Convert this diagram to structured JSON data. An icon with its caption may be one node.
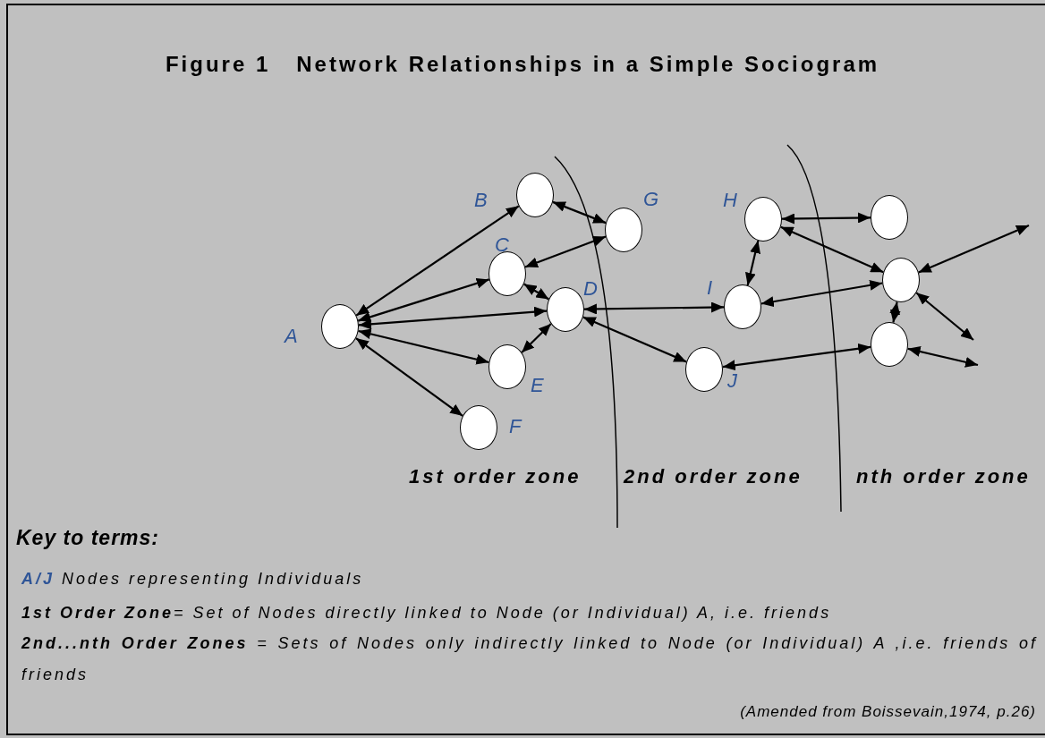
{
  "diagram": {
    "title": "Figure 1   Network Relationships in a Simple Sociogram",
    "caption": "(Amended from Boissevain,1974, p.26)",
    "nodes": [
      {
        "text": [],
        "shape": "circle",
        "beside": [
          "A"
        ]
      },
      {
        "text": [],
        "shape": "circle",
        "beside": [
          "B"
        ]
      },
      {
        "text": [],
        "shape": "circle",
        "beside": [
          "C"
        ]
      },
      {
        "text": [],
        "shape": "circle",
        "beside": [
          "D"
        ]
      },
      {
        "text": [],
        "shape": "circle",
        "beside": [
          "E"
        ]
      },
      {
        "text": [],
        "shape": "circle",
        "beside": [
          "F"
        ]
      },
      {
        "text": [],
        "shape": "circle",
        "beside": [
          "G"
        ]
      },
      {
        "text": [],
        "shape": "circle",
        "beside": [
          "H"
        ]
      },
      {
        "text": [],
        "shape": "circle",
        "beside": [
          "I"
        ]
      },
      {
        "text": [],
        "shape": "circle",
        "beside": [
          "J"
        ]
      },
      {
        "text": [],
        "shape": "circle"
      },
      {
        "text": [],
        "shape": "circle"
      },
      {
        "text": [],
        "shape": "circle"
      }
    ],
    "edges": [
      {
        "from": 0,
        "to": 1,
        "arrow": "both"
      },
      {
        "from": 0,
        "to": 2,
        "arrow": "both"
      },
      {
        "from": 0,
        "to": 3,
        "arrow": "both"
      },
      {
        "from": 0,
        "to": 4,
        "arrow": "both"
      },
      {
        "from": 0,
        "to": 5,
        "arrow": "both"
      },
      {
        "from": 1,
        "to": 6,
        "arrow": "both"
      },
      {
        "from": 6,
        "to": 2,
        "arrow": "both"
      },
      {
        "from": 2,
        "to": 3,
        "arrow": "both"
      },
      {
        "from": 3,
        "to": 4,
        "arrow": "both"
      },
      {
        "from": 3,
        "to": 8,
        "arrow": "both"
      },
      {
        "from": 3,
        "to": 9,
        "arrow": "both"
      },
      {
        "from": 7,
        "to": 10,
        "arrow": "both"
      },
      {
        "from": 7,
        "to": 8,
        "arrow": "both"
      },
      {
        "from": 7,
        "to": 11,
        "arrow": "both"
      },
      {
        "from": 8,
        "to": 11,
        "arrow": "both"
      },
      {
        "from": 11,
        "to": 12,
        "arrow": "both"
      },
      {
        "from": 9,
        "to": 12,
        "arrow": "both"
      },
      {
        "from": 11,
        "to": null,
        "arrow": "both"
      },
      {
        "from": 11,
        "to": null,
        "arrow": "both"
      },
      {
        "from": 12,
        "to": null,
        "arrow": "both"
      }
    ],
    "labels": [
      "1st order zone",
      "2nd order zone",
      "nth order zone",
      "Key to terms:",
      "**A/J** Nodes representing Individuals",
      "**1st Order Zone**= Set of Nodes directly linked to Node (or Individual) A, i.e. friends",
      "**2nd...nth Order Zones** = Sets of Nodes only indirectly linked to Node (or Individual) A ,i.e. friends of friends"
    ]
  }
}
